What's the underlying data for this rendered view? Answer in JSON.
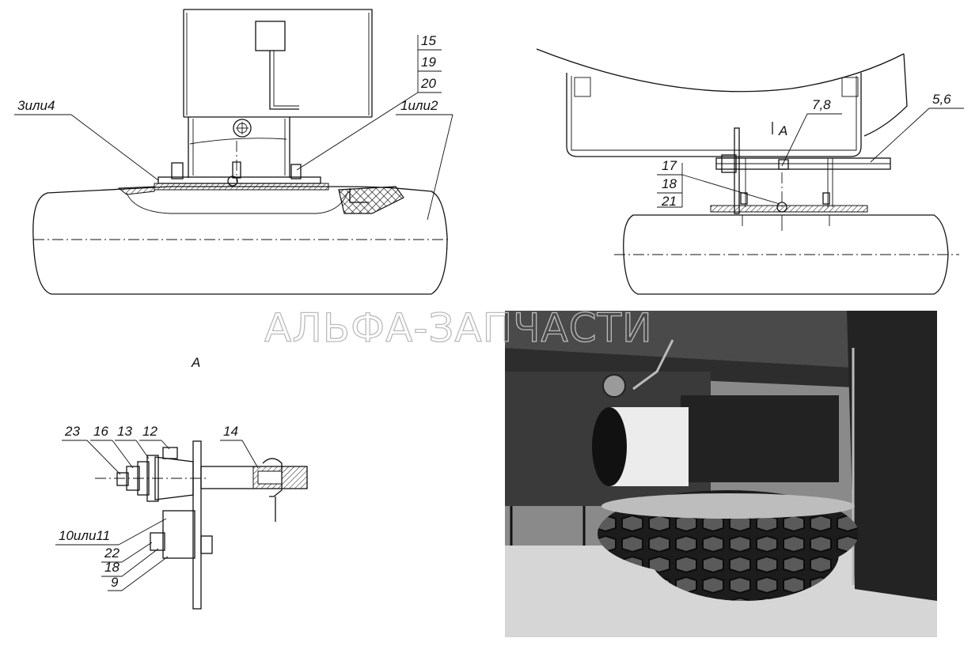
{
  "watermark": "АЛЬФА-ЗАПЧАСТИ",
  "view_a_title": "А",
  "callouts": {
    "left_view": [
      "15",
      "19",
      "20",
      "3или4",
      "1или2"
    ],
    "right_view": [
      "7,8",
      "5,6",
      "А",
      "17",
      "18",
      "21"
    ],
    "detail_a": [
      "23",
      "16",
      "13",
      "12",
      "14",
      "10или11",
      "22",
      "18",
      "9"
    ]
  },
  "photo": {
    "description_icon": "photo-of-mounted-spare-wheel"
  }
}
